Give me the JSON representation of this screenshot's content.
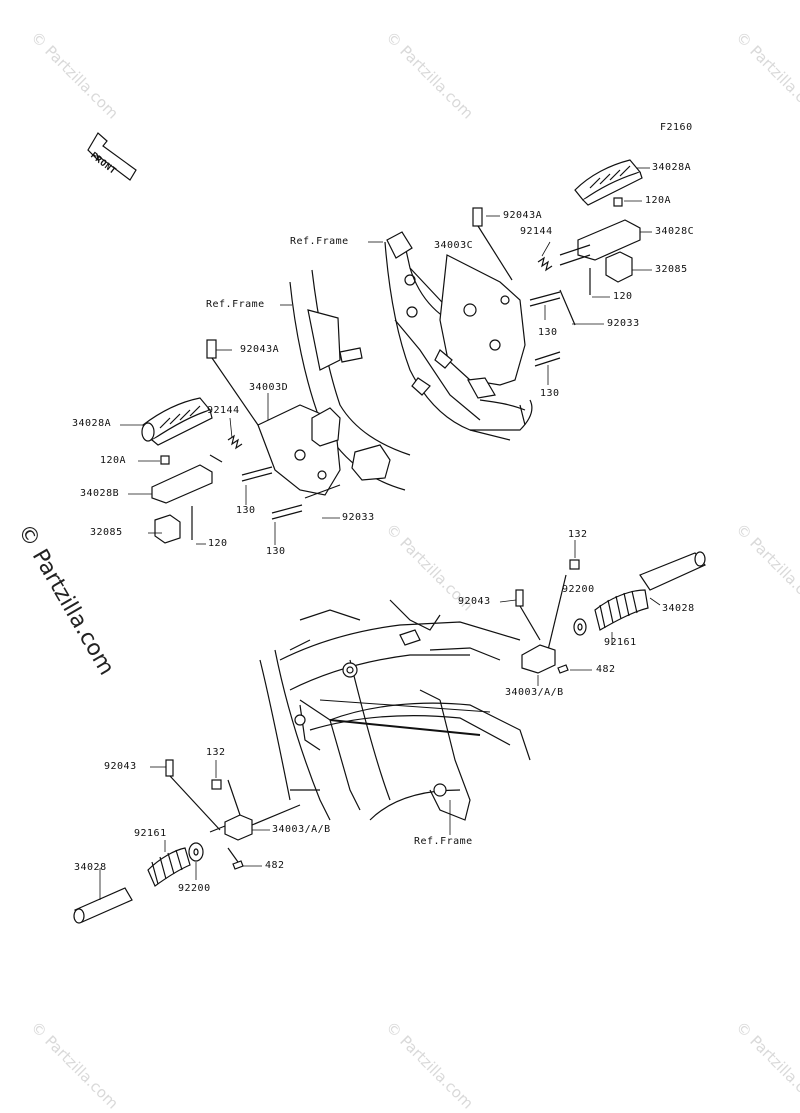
{
  "diagram": {
    "code": "F2160",
    "front_label": "FRONT",
    "watermark": "© Partzilla.com",
    "side_watermark": "© Partzilla.com",
    "callouts": {
      "c34028A_r": "34028A",
      "c120A_r": "120A",
      "c92043A_r": "92043A",
      "c92144_r": "92144",
      "c34028C_r": "34028C",
      "c34003C": "34003C",
      "refframe_top": "Ref.Frame",
      "c32085_r": "32085",
      "c120_r": "120",
      "c130_r1": "130",
      "c92033_r": "92033",
      "c130_r2": "130",
      "refframe_left": "Ref.Frame",
      "c92043A_l": "92043A",
      "c34003D": "34003D",
      "c34028A_l": "34028A",
      "c92144_l": "92144",
      "c120A_l": "120A",
      "c34028B": "34028B",
      "c130_l1": "130",
      "c92033_l": "92033",
      "c32085_l": "32085",
      "c120_l": "120",
      "c130_l2": "130",
      "c132_r": "132",
      "c92200_r": "92200",
      "c92043_r": "92043",
      "c34028_r": "34028",
      "c92161_r": "92161",
      "c482_r": "482",
      "c34003AB_r": "34003/A/B",
      "c92043_l": "92043",
      "c132_l": "132",
      "c34003AB_l": "34003/A/B",
      "c92161_l": "92161",
      "c34028_l": "34028",
      "c482_l": "482",
      "c92200_l": "92200",
      "refframe_bottom": "Ref.Frame"
    }
  }
}
